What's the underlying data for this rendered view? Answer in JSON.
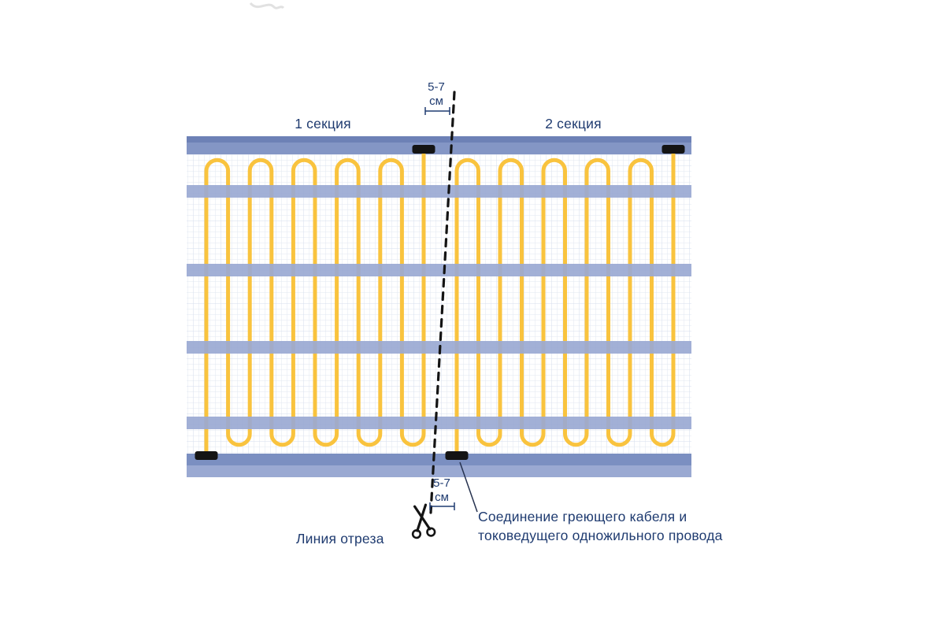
{
  "diagram": {
    "section1_label": "1 секция",
    "section2_label": "2 секция",
    "dimension_top": {
      "value": "5-7",
      "unit": "см"
    },
    "dimension_bottom": {
      "value": "5-7",
      "unit": "см"
    },
    "cut_line_label": "Линия отреза",
    "connection_note": {
      "line1": "Соединение греющего кабеля и",
      "line2": "токоведущего одножильного провода"
    },
    "colors": {
      "cable": "#F9C33E",
      "band": "#8496C5",
      "band_dark": "#6D81B6",
      "band_mid": "#7B8FC1",
      "strap": "#9AA9D2",
      "grid": "#E2E7F1",
      "text": "#1F3B70"
    }
  }
}
